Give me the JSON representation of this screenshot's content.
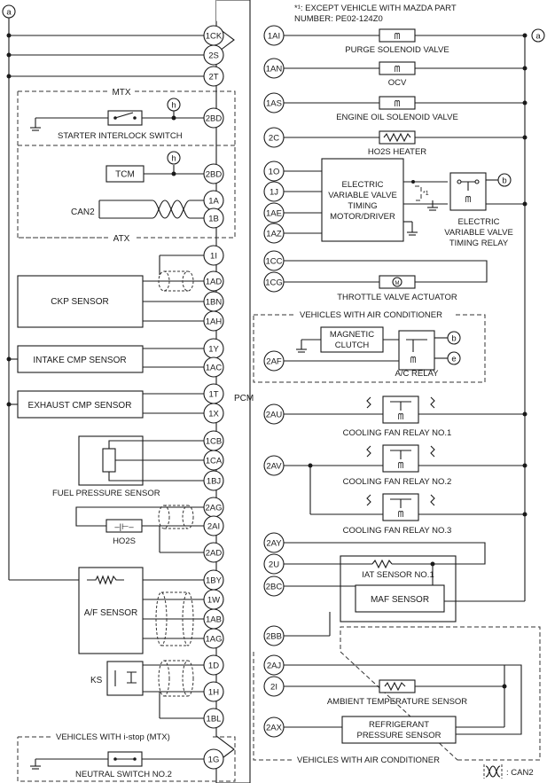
{
  "header": {
    "note_line1": "*¹: EXCEPT VEHICLE WITH MAZDA PART",
    "note_line2": "NUMBER: PE02-124Z0"
  },
  "pcm_label": "PCM",
  "connector_letter": "a",
  "left_pins": [
    "1CK",
    "2S",
    "2T",
    "2BD",
    "2BD",
    "1A",
    "1B",
    "1I",
    "1AD",
    "1BN",
    "1AH",
    "1Y",
    "1AC",
    "1T",
    "1X",
    "1CB",
    "1CA",
    "1BJ",
    "2AG",
    "2AI",
    "2AD",
    "1BY",
    "1W",
    "1AB",
    "1AG",
    "1D",
    "1H",
    "1BL",
    "1G"
  ],
  "right_pins": [
    "1AI",
    "1AN",
    "1AS",
    "2C",
    "1O",
    "1J",
    "1AE",
    "1AZ",
    "1CC",
    "1CG",
    "2AF",
    "2AU",
    "2AV",
    "2AY",
    "2U",
    "2BC",
    "2BB",
    "2AJ",
    "2I",
    "2AX"
  ],
  "left_components": {
    "mtx": "MTX",
    "atx": "ATX",
    "starter_interlock": "STARTER INTERLOCK SWITCH",
    "tcm": "TCM",
    "can2": "CAN2",
    "h": "h",
    "ckp": "CKP SENSOR",
    "intake_cmp": "INTAKE CMP SENSOR",
    "exhaust_cmp": "EXHAUST CMP SENSOR",
    "fuel_pressure": "FUEL PRESSURE SENSOR",
    "ho2s": "HO2S",
    "af_sensor": "A/F SENSOR",
    "ks": "KS",
    "istop": "VEHICLES WITH i-stop (MTX)",
    "neutral": "NEUTRAL SWITCH NO.2"
  },
  "right_components": {
    "purge": "PURGE SOLENOID VALVE",
    "ocv": "OCV",
    "oil_solenoid": "ENGINE OIL SOLENOID VALVE",
    "ho2s_heater": "HO2S HEATER",
    "evvt_motor": [
      "ELECTRIC",
      "VARIABLE VALVE",
      "TIMING",
      "MOTOR/DRIVER"
    ],
    "evvt_relay": [
      "ELECTRIC",
      "VARIABLE VALVE",
      "TIMING RELAY"
    ],
    "star1": "*1",
    "b": "b",
    "e": "e",
    "throttle": "THROTTLE VALVE ACTUATOR",
    "ac_top": "VEHICLES WITH AIR CONDITIONER",
    "magnetic_clutch": [
      "MAGNETIC",
      "CLUTCH"
    ],
    "ac_relay": "A/C RELAY",
    "fan1": "COOLING FAN RELAY NO.1",
    "fan2": "COOLING FAN RELAY NO.2",
    "fan3": "COOLING FAN RELAY NO.3",
    "iat": "IAT SENSOR NO.1",
    "maf": "MAF SENSOR",
    "ambient": "AMBIENT TEMPERATURE SENSOR",
    "refrigerant": [
      "REFRIGERANT",
      "PRESSURE SENSOR"
    ],
    "ac_bottom": "VEHICLES WITH AIR CONDITIONER"
  },
  "legend": {
    "label": ": CAN2"
  }
}
